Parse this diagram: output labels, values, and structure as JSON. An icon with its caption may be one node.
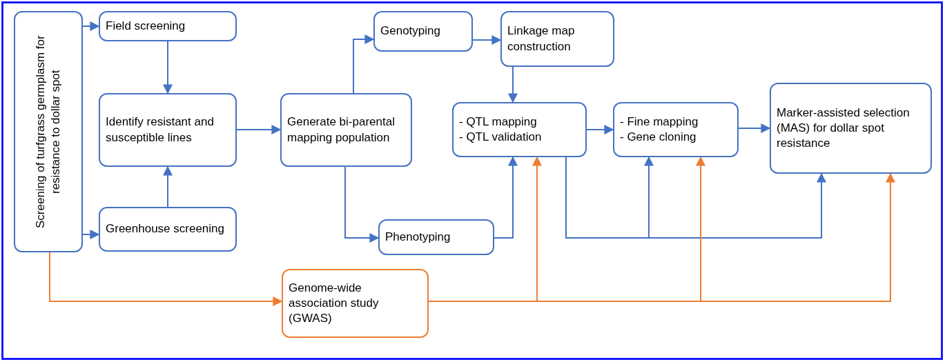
{
  "diagram": {
    "nodes": [
      {
        "text": [
          "Screening of turfgrass germplasm for resistance to dollar spot"
        ]
      },
      {
        "text": [
          "Field screening"
        ]
      },
      {
        "text": [
          "Identify resistant and susceptible lines"
        ]
      },
      {
        "text": [
          "Greenhouse screening"
        ]
      },
      {
        "text": [
          "Generate bi-parental mapping population"
        ]
      },
      {
        "text": [
          "Genotyping"
        ]
      },
      {
        "text": [
          "Linkage map construction"
        ]
      },
      {
        "text": [
          "- QTL mapping",
          "- QTL validation"
        ]
      },
      {
        "text": [
          "Phenotyping"
        ]
      },
      {
        "text": [
          "- Fine mapping",
          "- Gene cloning"
        ]
      },
      {
        "text": [
          "Marker-assisted selection (MAS) for dollar spot resistance"
        ]
      },
      {
        "text": [
          "Genome-wide association study (GWAS)"
        ]
      }
    ],
    "edges": [
      {
        "from": 0,
        "to": 1,
        "arrow": "to"
      },
      {
        "from": 0,
        "to": 3,
        "arrow": "to"
      },
      {
        "from": 1,
        "to": 2,
        "arrow": "to"
      },
      {
        "from": 3,
        "to": 2,
        "arrow": "to"
      },
      {
        "from": 2,
        "to": 4,
        "arrow": "to"
      },
      {
        "from": 4,
        "to": 5,
        "arrow": "to"
      },
      {
        "from": 4,
        "to": 8,
        "arrow": "to"
      },
      {
        "from": 5,
        "to": 6,
        "arrow": "to"
      },
      {
        "from": 6,
        "to": 7,
        "arrow": "to"
      },
      {
        "from": 8,
        "to": 7,
        "arrow": "to"
      },
      {
        "from": 7,
        "to": 9,
        "arrow": "to"
      },
      {
        "from": 9,
        "to": 10,
        "arrow": "to"
      },
      {
        "from": 7,
        "to": 9,
        "arrow": "to"
      },
      {
        "from": 7,
        "to": 10,
        "arrow": "to"
      },
      {
        "from": 0,
        "to": 11,
        "arrow": "to",
        "color": "#ed7d31"
      },
      {
        "from": 11,
        "to": 7,
        "arrow": "to",
        "color": "#ed7d31"
      },
      {
        "from": 11,
        "to": 9,
        "arrow": "to",
        "color": "#ed7d31"
      },
      {
        "from": 11,
        "to": 10,
        "arrow": "to",
        "color": "#ed7d31"
      }
    ]
  }
}
